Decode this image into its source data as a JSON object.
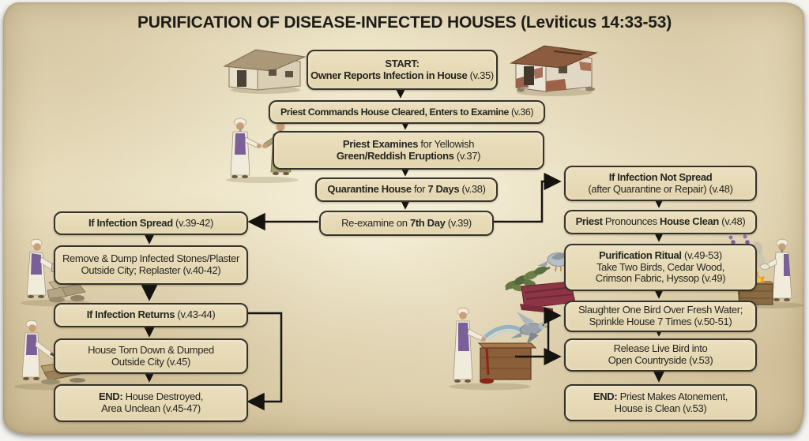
{
  "title": "PURIFICATION OF DISEASE-INFECTED HOUSES (Leviticus 14:33-53)",
  "colors": {
    "parchment": "#eae0c0",
    "box_fill": "#e7dbb8",
    "box_border": "#35332a",
    "arrow": "#14130f",
    "title_text": "#1d1c18",
    "crimson_fabric": "#8e3545",
    "priest_vest": "#7b5f99"
  },
  "nodes": {
    "start": {
      "segments": [
        {
          "t": "START:",
          "b": true
        },
        {
          "br": true
        },
        {
          "t": "Owner Reports Infection in House ",
          "b": true
        },
        {
          "t": "(v.35)"
        }
      ]
    },
    "cleared": {
      "segments": [
        {
          "t": "Priest Commands House Cleared, Enters to Examine ",
          "b": true
        },
        {
          "t": "(v.36)"
        }
      ]
    },
    "examine": {
      "segments": [
        {
          "t": "Priest Examines",
          "b": true
        },
        {
          "t": " for Yellowish"
        },
        {
          "br": true
        },
        {
          "t": "Green/Reddish Eruptions",
          "b": true
        },
        {
          "t": " (v.37)"
        }
      ]
    },
    "quarantine": {
      "segments": [
        {
          "t": "Quarantine House",
          "b": true
        },
        {
          "t": " for "
        },
        {
          "t": "7 Days",
          "b": true
        },
        {
          "t": " (v.38)"
        }
      ]
    },
    "reexamine": {
      "segments": [
        {
          "t": "Re-examine on "
        },
        {
          "t": "7th Day",
          "b": true
        },
        {
          "t": " (v.39)"
        }
      ]
    },
    "if_spread": {
      "segments": [
        {
          "t": "If Infection Spread",
          "b": true
        },
        {
          "t": " (v.39-42)"
        }
      ]
    },
    "remove_dump": {
      "segments": [
        {
          "t": "Remove & Dump Infected Stones/Plaster"
        },
        {
          "br": true
        },
        {
          "t": "Outside City; Replaster (v.40-42)"
        }
      ]
    },
    "if_returns": {
      "segments": [
        {
          "t": "If Infection Returns",
          "b": true
        },
        {
          "t": " (v.43-44)"
        }
      ]
    },
    "torn_down": {
      "segments": [
        {
          "t": "House Torn Down & Dumped"
        },
        {
          "br": true
        },
        {
          "t": "Outside City (v.45)"
        }
      ]
    },
    "end_destroyed": {
      "segments": [
        {
          "t": "END:",
          "b": true
        },
        {
          "t": " House Destroyed,"
        },
        {
          "br": true
        },
        {
          "t": "Area Unclean (v.45-47)"
        }
      ]
    },
    "not_spread": {
      "segments": [
        {
          "t": "If Infection Not Spread",
          "b": true
        },
        {
          "br": true
        },
        {
          "t": "(after Quarantine or Repair) (v.48)"
        }
      ]
    },
    "pronounce": {
      "segments": [
        {
          "t": "Priest",
          "b": true
        },
        {
          "t": " Pronounces "
        },
        {
          "t": "House Clean",
          "b": true
        },
        {
          "t": " (v.48)"
        }
      ]
    },
    "ritual": {
      "segments": [
        {
          "t": "Purification Ritual",
          "b": true
        },
        {
          "t": " (v.49-53)"
        },
        {
          "br": true
        },
        {
          "t": "Take Two Birds, Cedar Wood,"
        },
        {
          "br": true
        },
        {
          "t": "Crimson Fabric, Hyssop (v.49)"
        }
      ]
    },
    "slaughter": {
      "segments": [
        {
          "t": "Slaughter One Bird Over Fresh Water;"
        },
        {
          "br": true
        },
        {
          "t": "Sprinkle House 7 Times (v.50-51)"
        }
      ]
    },
    "release": {
      "segments": [
        {
          "t": "Release Live Bird into"
        },
        {
          "br": true
        },
        {
          "t": "Open Countryside (v.53)"
        }
      ]
    },
    "end_clean": {
      "segments": [
        {
          "t": "END:",
          "b": true
        },
        {
          "t": " Priest Makes Atonement,"
        },
        {
          "br": true
        },
        {
          "t": "House is Clean (v.53)"
        }
      ]
    }
  },
  "edges": [
    {
      "from": "start",
      "to": "cleared"
    },
    {
      "from": "cleared",
      "to": "examine"
    },
    {
      "from": "examine",
      "to": "quarantine"
    },
    {
      "from": "quarantine",
      "to": "reexamine"
    },
    {
      "from": "reexamine",
      "to": "if_spread"
    },
    {
      "from": "reexamine",
      "to": "not_spread"
    },
    {
      "from": "if_spread",
      "to": "remove_dump"
    },
    {
      "from": "remove_dump",
      "to": "if_returns"
    },
    {
      "from": "if_returns",
      "to": "torn_down"
    },
    {
      "from": "if_returns",
      "to": "end_destroyed"
    },
    {
      "from": "torn_down",
      "to": "end_destroyed"
    },
    {
      "from": "not_spread",
      "to": "pronounce"
    },
    {
      "from": "pronounce",
      "to": "ritual"
    },
    {
      "from": "ritual",
      "to": "slaughter"
    },
    {
      "from": "slaughter",
      "to": "release"
    },
    {
      "from": "release",
      "to": "end_clean"
    }
  ],
  "illustrations": [
    "clean-house",
    "infected-house",
    "priest-examines-with-owner",
    "priest-removes-stones",
    "priest-demolishes-house",
    "cedar-branch-dove-crimson-fabric",
    "hyssop-plant",
    "priest-burning-offering",
    "priest-water-basin-released-bird"
  ]
}
